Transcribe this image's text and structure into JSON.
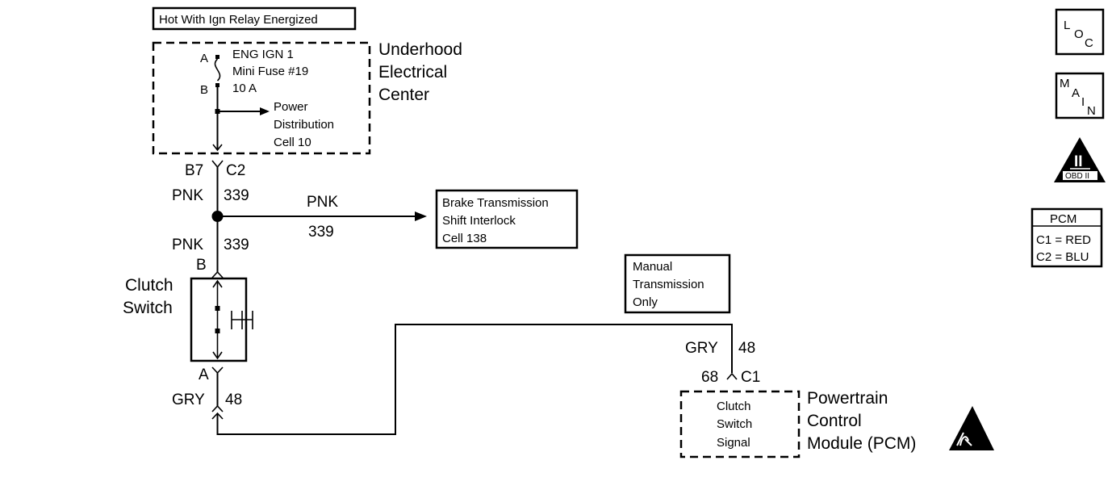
{
  "relay_note": "Hot With Ign Relay Energized",
  "fuse_block": {
    "name_lines": [
      "Underhood",
      "Electrical",
      "Center"
    ],
    "pin_a": "A",
    "pin_b": "B",
    "fuse_lines": [
      "ENG IGN 1",
      "Mini Fuse  #19",
      "10 A"
    ],
    "power_dist_lines": [
      "Power",
      "Distribution",
      "Cell 10"
    ]
  },
  "connector_top": {
    "left": "B7",
    "right": "C2"
  },
  "wire_pnk_upper": {
    "color": "PNK",
    "circuit": "339"
  },
  "branch_wire": {
    "color": "PNK",
    "circuit": "339"
  },
  "brake_interlock_lines": [
    "Brake Transmission",
    "Shift Interlock",
    "Cell 138"
  ],
  "wire_pnk_lower": {
    "color": "PNK",
    "circuit": "339"
  },
  "clutch_switch": {
    "pin_b": "B",
    "pin_a": "A",
    "name_lines": [
      "Clutch",
      "Switch"
    ]
  },
  "wire_gry_left": {
    "color": "GRY",
    "circuit": "48"
  },
  "manual_note_lines": [
    "Manual",
    "Transmission",
    "Only"
  ],
  "wire_gry_right": {
    "color": "GRY",
    "circuit": "48"
  },
  "pcm_connector": {
    "pin": "68",
    "connector": "C1"
  },
  "pcm": {
    "signal_lines": [
      "Clutch",
      "Switch",
      "Signal"
    ],
    "name_lines": [
      "Powertrain",
      "Control",
      "Module  (PCM)"
    ]
  },
  "legend": {
    "loc_letters": [
      "L",
      "O",
      "C"
    ],
    "main_letters": [
      "M",
      "A",
      "I",
      "N"
    ],
    "obd_label": "OBD II",
    "obd_numeral": "II",
    "pcm_title": "PCM",
    "pcm_rows": [
      "C1 = RED",
      "C2 = BLU"
    ]
  },
  "icons": [
    "loc-icon",
    "main-icon",
    "obd-ii-icon",
    "esd-sensitive-icon"
  ]
}
